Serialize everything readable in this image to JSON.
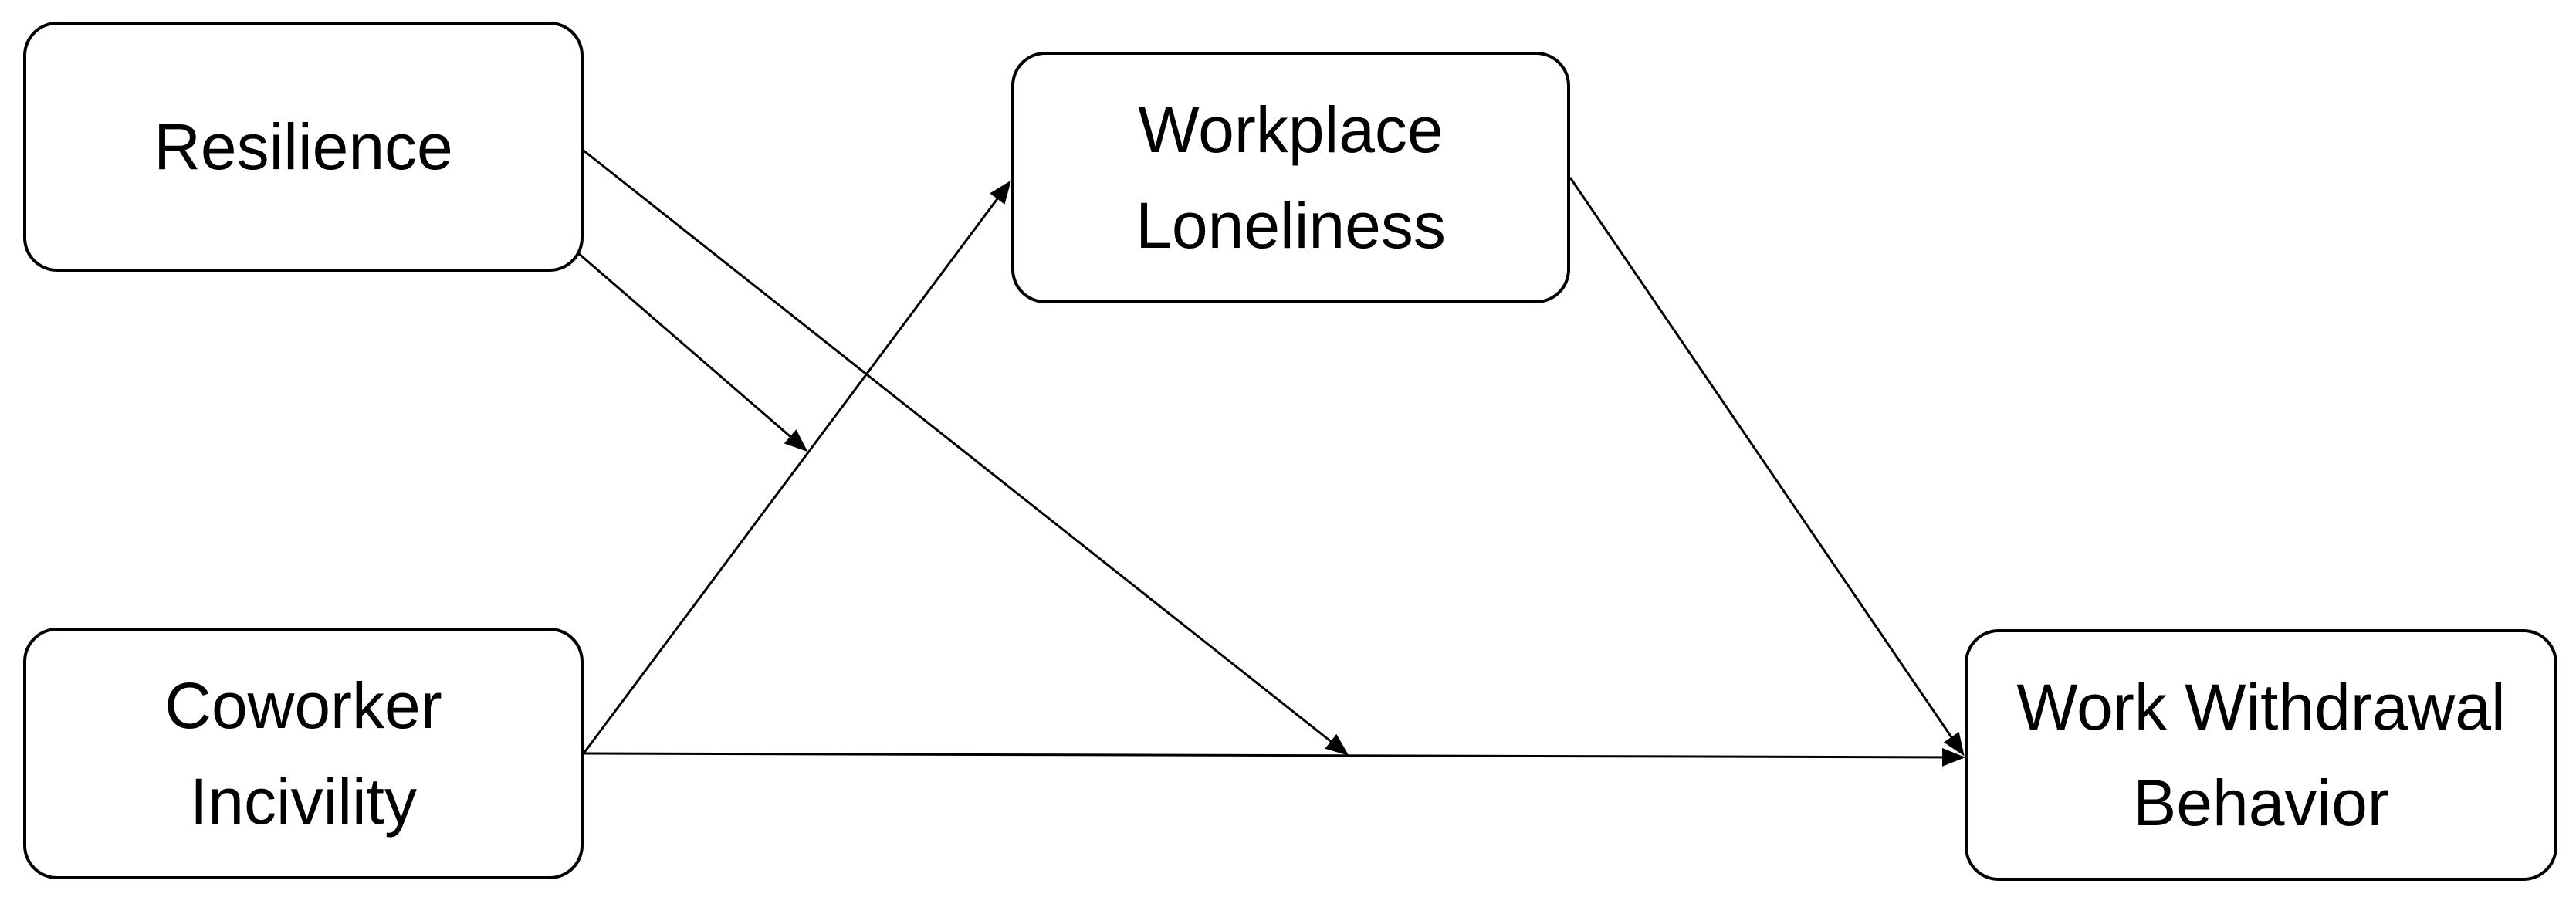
{
  "nodes": {
    "resilience": {
      "lines": [
        "Resilience"
      ]
    },
    "workplace_loneliness": {
      "lines": [
        "Workplace",
        "Loneliness"
      ]
    },
    "coworker_incivility": {
      "lines": [
        "Coworker",
        "Incivility"
      ]
    },
    "work_withdrawal_behavior": {
      "lines": [
        "Work Withdrawal",
        "Behavior"
      ]
    }
  },
  "edges": [
    {
      "from": "coworker_incivility",
      "to": "workplace_loneliness",
      "kind": "path"
    },
    {
      "from": "workplace_loneliness",
      "to": "work_withdrawal_behavior",
      "kind": "path"
    },
    {
      "from": "coworker_incivility",
      "to": "work_withdrawal_behavior",
      "kind": "path"
    },
    {
      "from": "resilience",
      "to": "coworker_incivility -> workplace_loneliness",
      "kind": "moderation"
    },
    {
      "from": "resilience",
      "to": "coworker_incivility -> work_withdrawal_behavior",
      "kind": "moderation"
    }
  ],
  "colors": {
    "line": "#000000",
    "box_border": "#000000",
    "background": "#ffffff"
  }
}
